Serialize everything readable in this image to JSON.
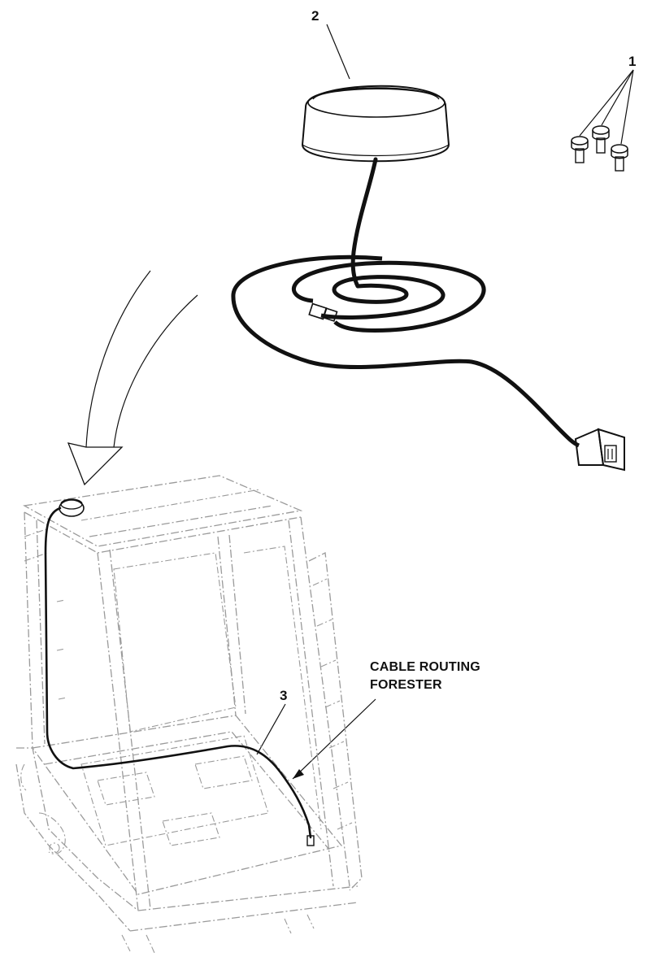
{
  "callouts": {
    "item_1": "1",
    "item_2": "2",
    "item_3": "3"
  },
  "note": {
    "line1": "CABLE ROUTING",
    "line2": "FORESTER"
  },
  "colors": {
    "ink": "#111111",
    "frame_dashed": "#9a9a9a",
    "background": "#ffffff"
  },
  "icons": {
    "antenna": "gnss-antenna-dome-icon",
    "screw": "screw-icon",
    "connector": "connector-plug-icon",
    "cab": "cab-frame-outline"
  }
}
